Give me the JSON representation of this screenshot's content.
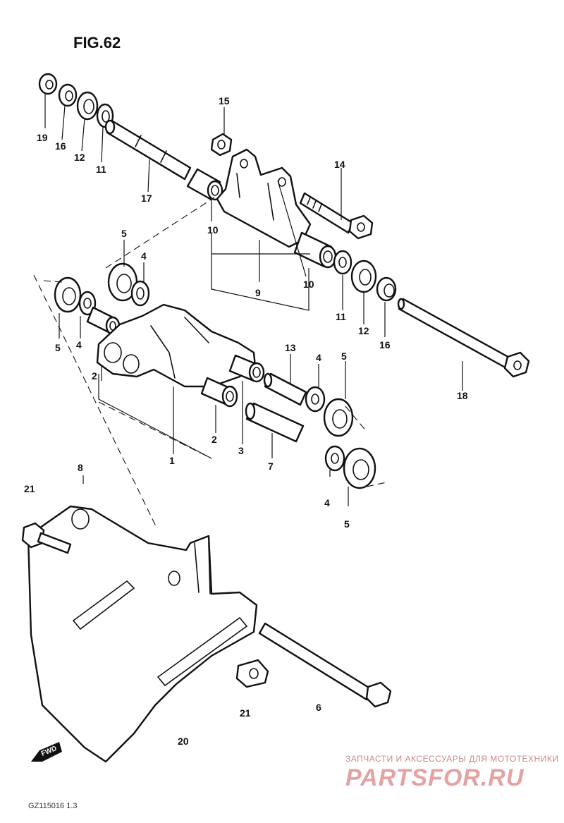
{
  "figure": {
    "title": "FIG.62",
    "code": "GZ115016 1.3",
    "forward_label": "FWD"
  },
  "watermark": {
    "tagline": "ЗАПЧАСТИ И АКСЕССУАРЫ ДЛЯ МОТОТЕХНИКИ",
    "brand": "PARTSFOR.RU"
  },
  "callouts": [
    {
      "id": "19",
      "label": "19"
    },
    {
      "id": "16a",
      "label": "16"
    },
    {
      "id": "12a",
      "label": "12"
    },
    {
      "id": "11a",
      "label": "11"
    },
    {
      "id": "17",
      "label": "17"
    },
    {
      "id": "15",
      "label": "15"
    },
    {
      "id": "14",
      "label": "14"
    },
    {
      "id": "10a",
      "label": "10"
    },
    {
      "id": "10b",
      "label": "10"
    },
    {
      "id": "9",
      "label": "9"
    },
    {
      "id": "11b",
      "label": "11"
    },
    {
      "id": "12b",
      "label": "12"
    },
    {
      "id": "16b",
      "label": "16"
    },
    {
      "id": "18",
      "label": "18"
    },
    {
      "id": "5a",
      "label": "5"
    },
    {
      "id": "4a",
      "label": "4"
    },
    {
      "id": "5b",
      "label": "5"
    },
    {
      "id": "4b",
      "label": "4"
    },
    {
      "id": "2a",
      "label": "2"
    },
    {
      "id": "13",
      "label": "13"
    },
    {
      "id": "4c",
      "label": "4"
    },
    {
      "id": "5c",
      "label": "5"
    },
    {
      "id": "1",
      "label": "1"
    },
    {
      "id": "2b",
      "label": "2"
    },
    {
      "id": "3",
      "label": "3"
    },
    {
      "id": "7",
      "label": "7"
    },
    {
      "id": "8",
      "label": "8"
    },
    {
      "id": "21a",
      "label": "21"
    },
    {
      "id": "4d",
      "label": "4"
    },
    {
      "id": "5d",
      "label": "5"
    },
    {
      "id": "21b",
      "label": "21"
    },
    {
      "id": "6",
      "label": "6"
    },
    {
      "id": "20",
      "label": "20"
    }
  ]
}
